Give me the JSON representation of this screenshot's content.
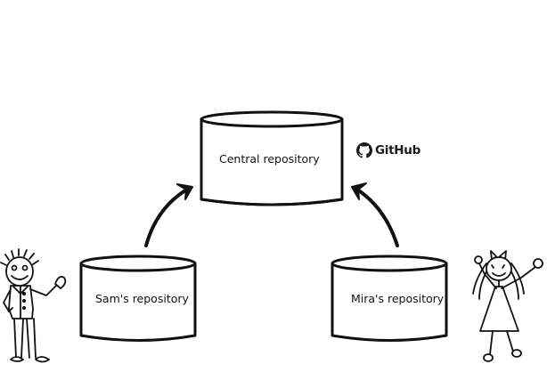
{
  "repositories": {
    "central": "Central repository",
    "sam": "Sam's repository",
    "mira": "Mira's repository"
  },
  "brand": {
    "name": "GitHub",
    "icon": "github-octocat-icon"
  },
  "people": {
    "left": "stick-figure-boy-icon",
    "right": "stick-figure-girl-icon"
  },
  "colors": {
    "stroke": "#111111",
    "background": "#ffffff"
  }
}
